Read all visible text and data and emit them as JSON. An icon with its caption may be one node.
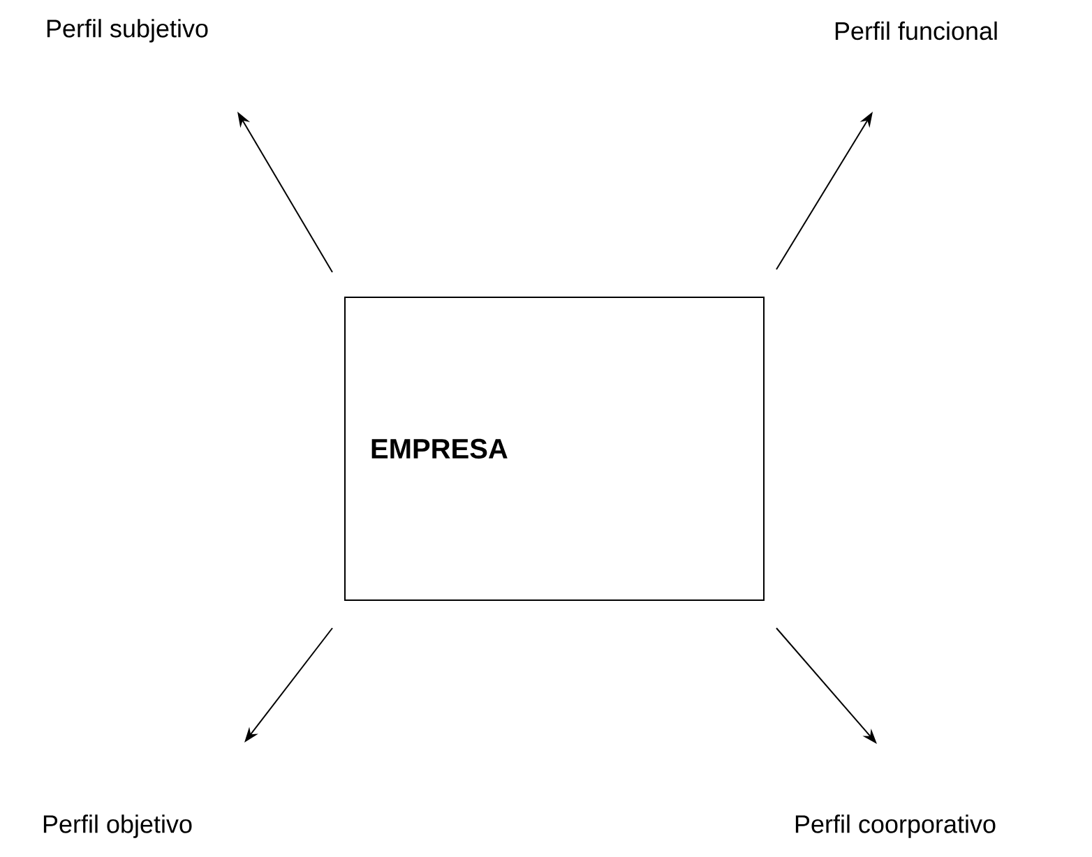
{
  "diagram": {
    "nodes": [
      {
        "text": [
          "Perfil subjetivo"
        ]
      },
      {
        "text": [
          "Perfil funcional"
        ]
      },
      {
        "text": [
          "EMPRESA"
        ]
      },
      {
        "text": [
          "Perfil objetivo"
        ]
      },
      {
        "text": [
          "Perfil coorporativo"
        ]
      }
    ],
    "edges": [
      {
        "from": 2,
        "to": 0,
        "arrow": "to"
      },
      {
        "from": 2,
        "to": 1,
        "arrow": "to"
      },
      {
        "from": 2,
        "to": 3,
        "arrow": "to"
      },
      {
        "from": 2,
        "to": 4,
        "arrow": "to"
      }
    ]
  }
}
